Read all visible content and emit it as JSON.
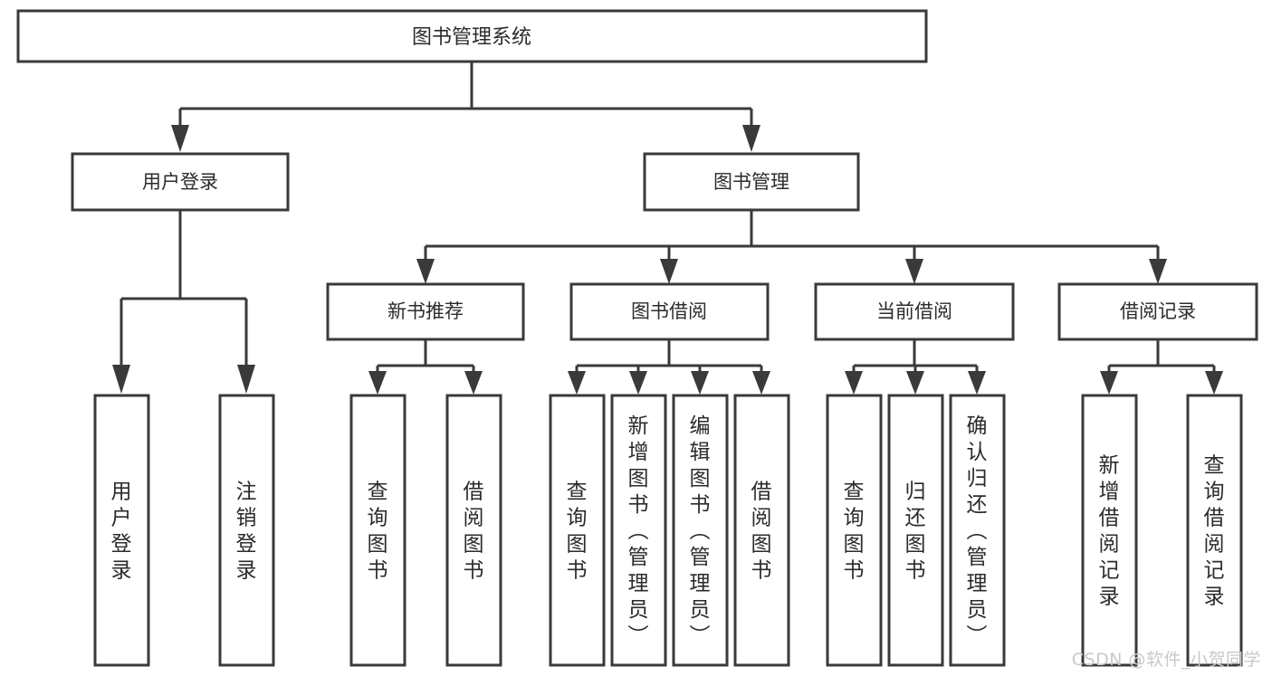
{
  "diagram": {
    "type": "tree",
    "title": "图书管理系统",
    "watermark": "CSDN @软件_小贺同学",
    "colors": {
      "box_stroke": "#3a3a3a",
      "box_fill": "#ffffff",
      "text": "#2b2b2b",
      "connector": "#3a3a3a",
      "background": "#ffffff",
      "watermark": "#c9c9c9"
    },
    "root": {
      "label": "图书管理系统"
    },
    "level1": [
      {
        "label": "用户登录"
      },
      {
        "label": "图书管理"
      }
    ],
    "level2": [
      {
        "label": "新书推荐"
      },
      {
        "label": "图书借阅"
      },
      {
        "label": "当前借阅"
      },
      {
        "label": "借阅记录"
      }
    ],
    "leaves": {
      "user_login": [
        {
          "label": "用户登录"
        },
        {
          "label": "注销登录"
        }
      ],
      "new_book_recommend": [
        {
          "label": "查询图书"
        },
        {
          "label": "借阅图书"
        }
      ],
      "book_borrow": [
        {
          "label": "查询图书"
        },
        {
          "label": "新增图书（管理员）"
        },
        {
          "label": "编辑图书（管理员）"
        },
        {
          "label": "借阅图书"
        }
      ],
      "current_borrow": [
        {
          "label": "查询图书"
        },
        {
          "label": "归还图书"
        },
        {
          "label": "确认归还（管理员）"
        }
      ],
      "borrow_record": [
        {
          "label": "新增借阅记录"
        },
        {
          "label": "查询借阅记录"
        }
      ]
    }
  }
}
